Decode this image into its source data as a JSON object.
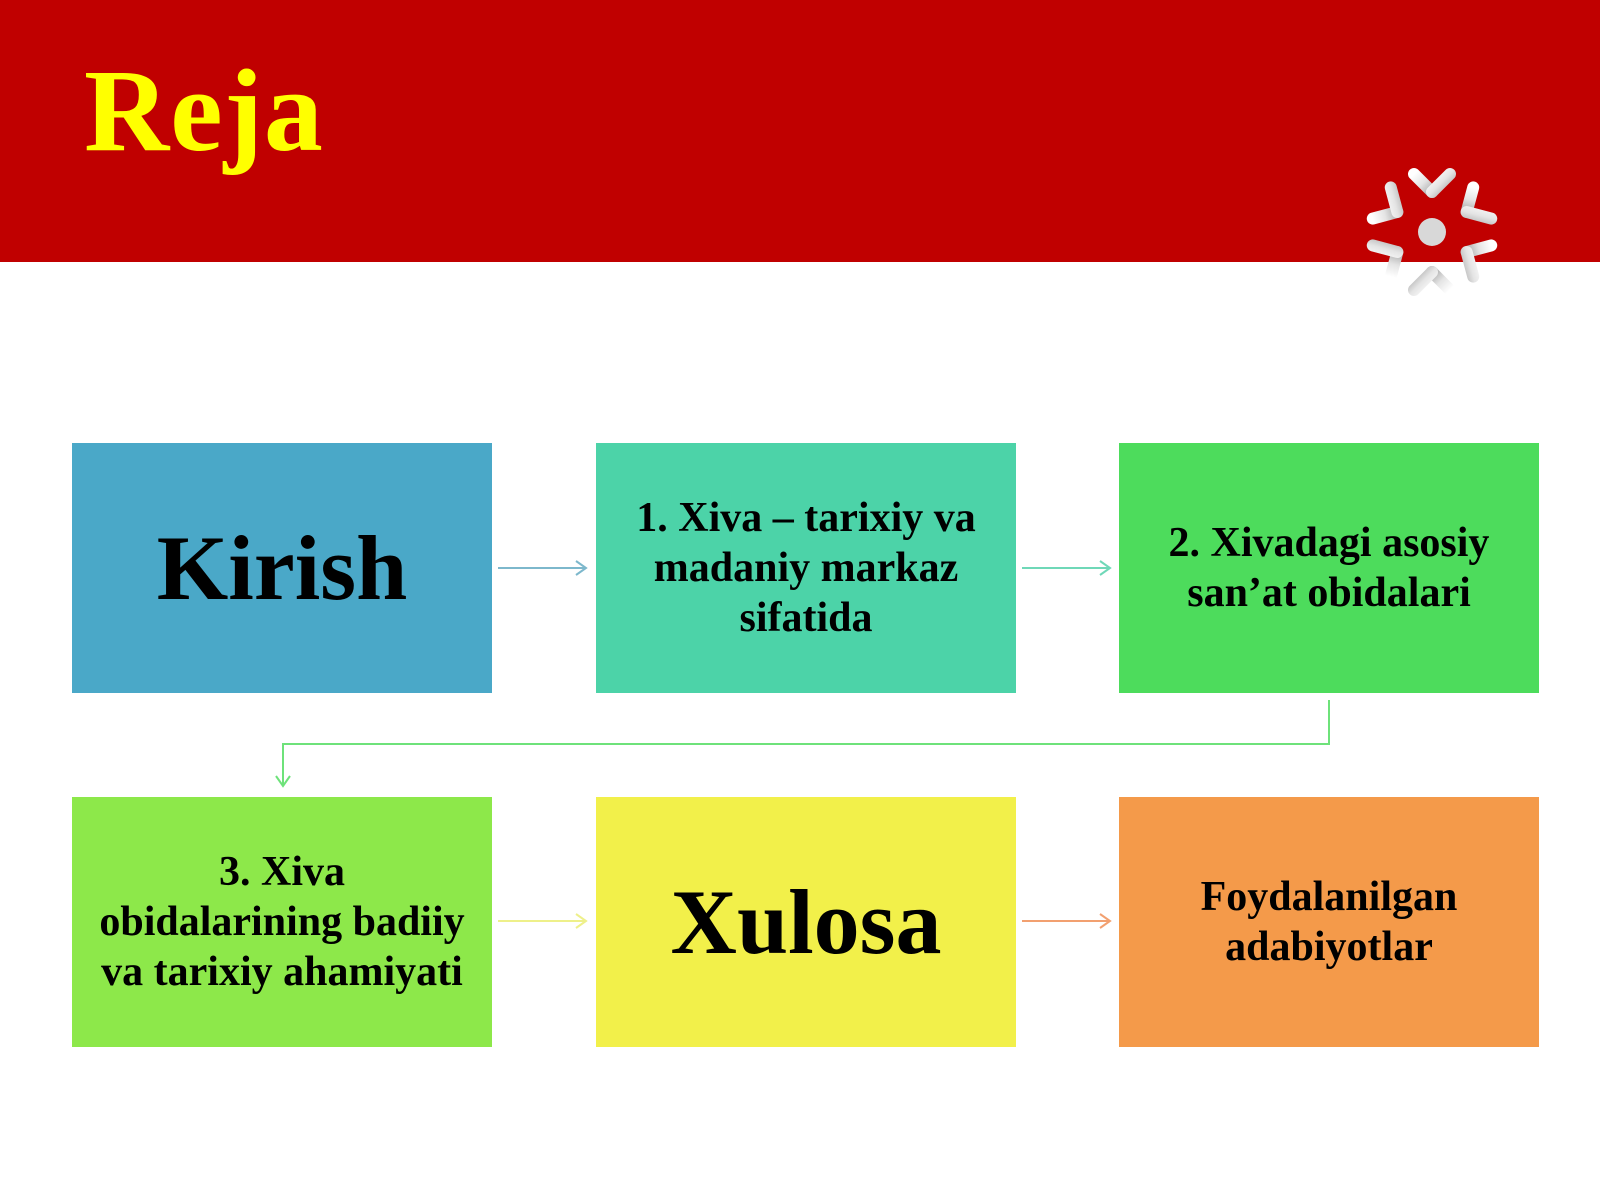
{
  "slide": {
    "title": "Reja"
  },
  "icons": {
    "decoration": "snowflake-icon"
  },
  "colors": {
    "header_band": "#c00000",
    "title_text": "#ffff00",
    "box_kirish": "#4aa8c8",
    "box_xiva1": "#4cd3a8",
    "box_xiva2": "#4ddc5c",
    "box_xiva3": "#8de84a",
    "box_xulosa": "#f2f04a",
    "box_foydalanilgan": "#f49a4a"
  },
  "flow": {
    "steps": [
      {
        "text": "Kirish"
      },
      {
        "text": "1. Xiva – tarixiy va madaniy markaz sifatida"
      },
      {
        "text": "2. Xivadagi asosiy san’at obidalari"
      },
      {
        "text": "3. Xiva obidalarining badiiy va tarixiy ahamiyati"
      },
      {
        "text": "Xulosa"
      },
      {
        "text": "Foydalanilgan adabiyotlar"
      }
    ]
  }
}
